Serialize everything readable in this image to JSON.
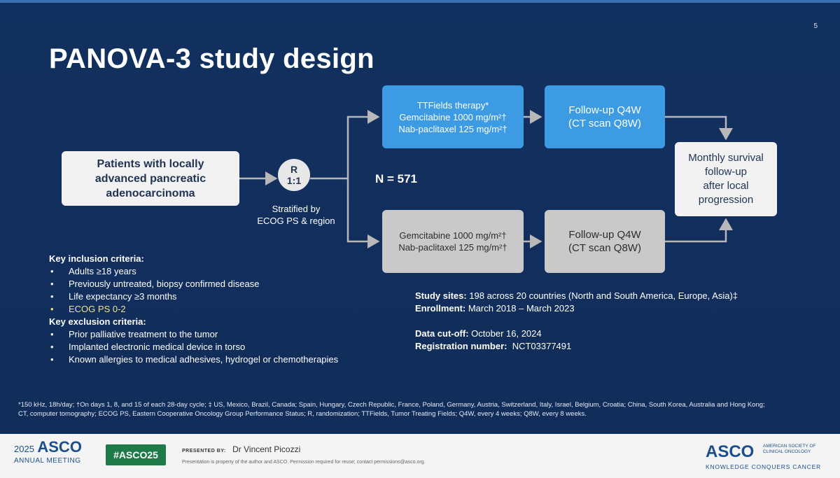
{
  "slide": {
    "page_number": "5",
    "title": "PANOVA-3 study design"
  },
  "flow": {
    "patients": [
      "Patients with locally",
      "advanced pancreatic",
      "adenocarcinoma"
    ],
    "randomization": [
      "R",
      "1:1"
    ],
    "stratification": [
      "Stratified by",
      "ECOG PS & region"
    ],
    "n_label": "N = 571",
    "arm1_treatment": [
      "TTFields therapy*",
      "Gemcitabine 1000 mg/m²†",
      "Nab-paclitaxel 125 mg/m²†"
    ],
    "arm1_followup": [
      "Follow-up Q4W",
      "(CT scan Q8W)"
    ],
    "arm2_treatment": [
      "Gemcitabine 1000 mg/m²†",
      "Nab-paclitaxel 125 mg/m²†"
    ],
    "arm2_followup": [
      "Follow-up Q4W",
      "(CT scan Q8W)"
    ],
    "survival": [
      "Monthly survival",
      "follow-up",
      "after local",
      "progression"
    ]
  },
  "criteria": {
    "inclusion_title": "Key inclusion criteria:",
    "inclusion": [
      "Adults ≥18 years",
      "Previously untreated, biopsy confirmed disease",
      "Life expectancy ≥3 months",
      "ECOG PS 0-2"
    ],
    "exclusion_title": "Key exclusion criteria:",
    "exclusion": [
      "Prior palliative treatment to the tumor",
      "Implanted electronic medical device in torso",
      "Known allergies to medical adhesives, hydrogel or chemotherapies"
    ]
  },
  "study": {
    "sites_label": "Study sites:",
    "sites_value": " 198 across 20 countries (North and South America, Europe, Asia)‡",
    "enrollment_label": "Enrollment:",
    "enrollment_value": " March 2018 – March 2023",
    "cutoff_label": "Data cut-off:",
    "cutoff_value": " October 16, 2024",
    "registration_label": "Registration number:",
    "registration_value": "  NCT03377491"
  },
  "footnotes": [
    "*150 kHz, 18h/day; †On days 1, 8, and 15 of each 28-day cycle; ‡ US, Mexico, Brazil, Canada; Spain, Hungary, Czech Republic, France, Poland, Germany, Austria, Switzerland, Italy, Israel, Belgium, Croatia; China, South Korea, Australia and Hong Kong;",
    "CT, computer tomography; ECOG PS, Eastern Cooperative Oncology Group Performance Status; R, randomization; TTFields, Tumor Treating Fields; Q4W, every 4 weeks; Q8W, every 8 weeks."
  ],
  "footer": {
    "year": "2025",
    "asco": "ASCO",
    "annual_meeting": "ANNUAL MEETING",
    "hashtag": "#ASCO25",
    "presented_by": "PRESENTED BY:",
    "presenter": "Dr Vincent Picozzi",
    "permission": "Presentation is property of the author and ASCO. Permission required for reuse; contact permissions@asco.org.",
    "asco_right": "ASCO",
    "society": [
      "AMERICAN SOCIETY OF",
      "CLINICAL ONCOLOGY"
    ],
    "tagline": "KNOWLEDGE CONQUERS CANCER"
  },
  "colors": {
    "background": "#12305f",
    "blue_box": "#3d9be4",
    "grey_box": "#c9c9c9",
    "light_box": "#f2f2f2",
    "highlight": "#f0e38c",
    "connector": "#b8b8b8"
  }
}
